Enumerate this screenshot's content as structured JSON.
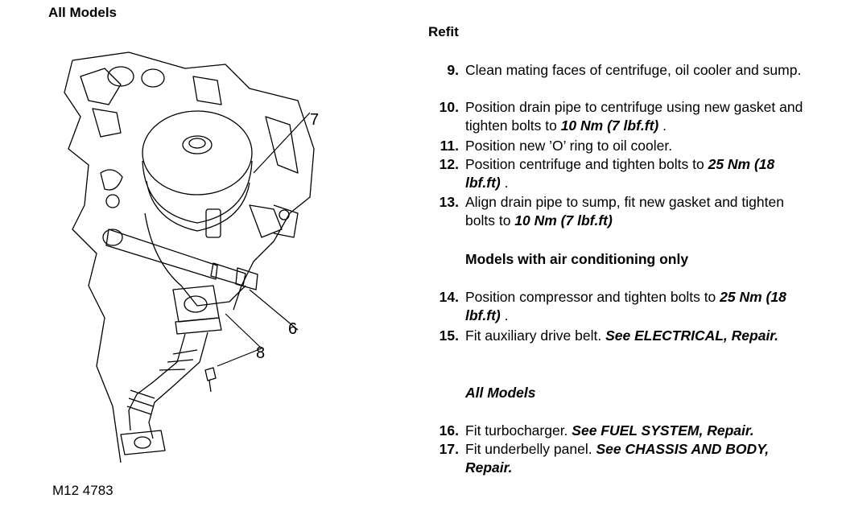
{
  "left_heading": "All Models",
  "figure": {
    "caption": "M12 4783",
    "callouts": [
      "7",
      "6",
      "8"
    ]
  },
  "section_heading": "Refit",
  "steps": [
    {
      "num": "9.",
      "a": "Clean mating faces of centrifuge, oil cooler and sump."
    },
    {
      "num": "10.",
      "a": "Position drain pipe to centrifuge using new gasket and tighten bolts to ",
      "torque": "10 Nm (7 lbf.ft)",
      "b": " ."
    },
    {
      "num": "11.",
      "a": "Position new ’O’ ring to oil cooler."
    },
    {
      "num": "12.",
      "a": "Position centrifuge and tighten bolts to ",
      "torque": "25 Nm (18 lbf.ft)",
      "b": "  ."
    },
    {
      "num": "13.",
      "a": "Align drain pipe to sump, fit new gasket and tighten bolts to ",
      "torque": "10 Nm (7 lbf.ft)"
    },
    {
      "num": "14.",
      "a": "Position compressor and tighten bolts to ",
      "torque": "25 Nm (18 lbf.ft)",
      "b": "  ."
    },
    {
      "num": "15.",
      "a": "Fit auxiliary drive belt.  ",
      "ref": "See  ELECTRICAL, Repair."
    },
    {
      "num": "16.",
      "a": "Fit turbocharger.  ",
      "ref": "See  FUEL SYSTEM, Repair."
    },
    {
      "num": "17.",
      "a": "Fit underbelly panel.  ",
      "ref": "See  CHASSIS AND BODY, Repair."
    }
  ],
  "subheadings": {
    "aircon": "Models with air conditioning only",
    "all": "All Models"
  }
}
